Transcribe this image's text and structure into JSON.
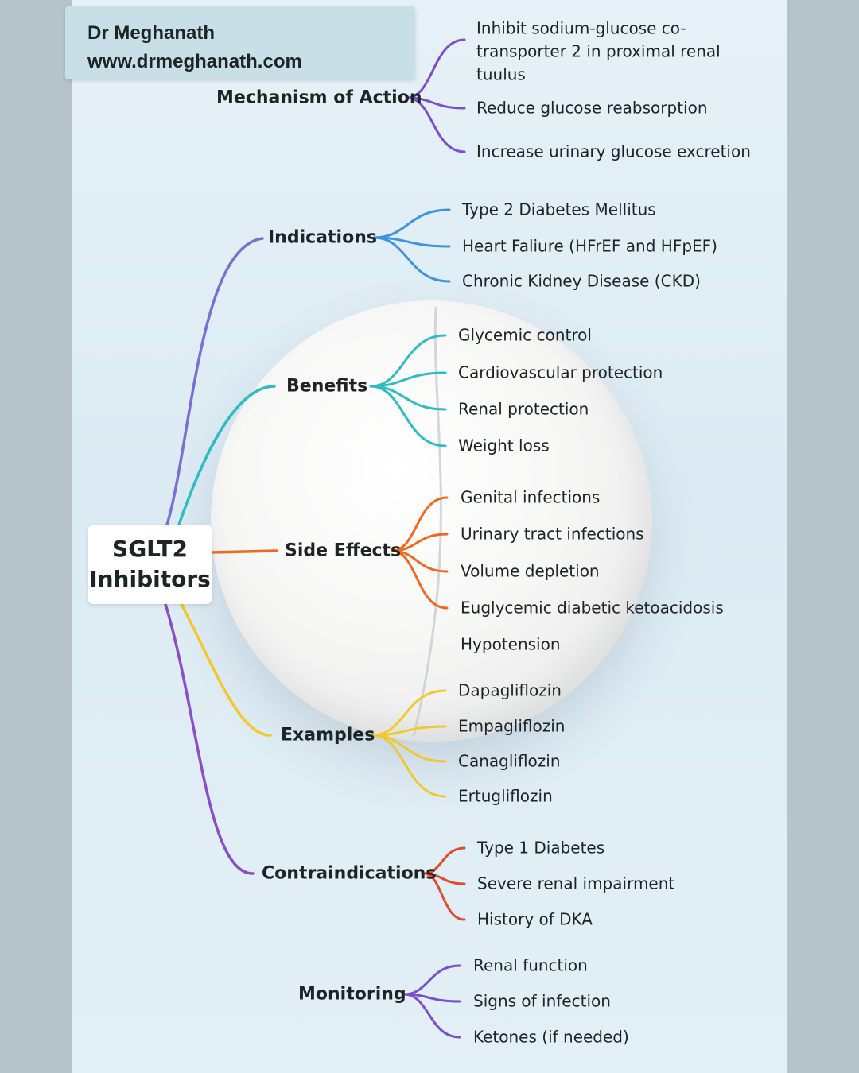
{
  "credit": {
    "name": "Dr Meghanath",
    "website": "www.drmeghanath.com"
  },
  "center": {
    "line1": "SGLT2",
    "line2": "Inhibitors"
  },
  "branches": [
    {
      "id": "moa",
      "label": "Mechanism of Action",
      "color": "#7b4fc8",
      "items": [
        "Inhibit sodium-glucose co-transporter 2 in proximal renal tuulus",
        "Reduce glucose reabsorption",
        "Increase urinary glucose excretion"
      ]
    },
    {
      "id": "indications",
      "label": "Indications",
      "color": "#3d93dd",
      "items": [
        "Type 2 Diabetes Mellitus",
        "Heart Faliure (HFrEF and HFpEF)",
        "Chronic Kidney Disease (CKD)"
      ]
    },
    {
      "id": "benefits",
      "label": "Benefits",
      "color": "#2fbcc0",
      "items": [
        "Glycemic control",
        "Cardiovascular protection",
        "Renal protection",
        "Weight loss"
      ]
    },
    {
      "id": "side-effects",
      "label": "Side Effects",
      "color": "#ee6a22",
      "items": [
        "Genital infections",
        "Urinary tract infections",
        "Volume depletion",
        "Euglycemic diabetic ketoacidosis",
        "Hypotension"
      ]
    },
    {
      "id": "examples",
      "label": "Examples",
      "color": "#f2c82e",
      "items": [
        "Dapagliflozin",
        "Empagliflozin",
        "Canagliflozin",
        "Ertugliflozin"
      ]
    },
    {
      "id": "contraindications",
      "label": "Contraindications",
      "color": "#e24a2c",
      "items": [
        "Type 1 Diabetes",
        "Severe renal impairment",
        "History of DKA"
      ]
    },
    {
      "id": "monitoring",
      "label": "Monitoring",
      "color": "#7b4fc8",
      "items": [
        "Renal function",
        "Signs of infection",
        "Ketones (if needed)"
      ]
    }
  ],
  "trunk_colors": {
    "indications": "#7b6fd0",
    "benefits": "#2fbcc0",
    "side_effects": "#ee6a22",
    "examples": "#f2c82e",
    "contraindications": "#8a4fc0"
  }
}
